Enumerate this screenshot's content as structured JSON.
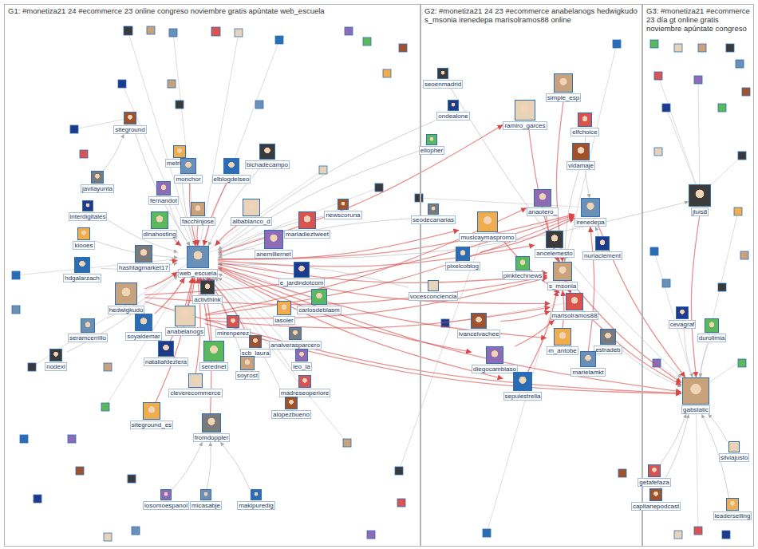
{
  "diagram": {
    "nodes": [
      {
        "text": [
          "G1: #monetiza21 24 #ecommerce 23 online congreso noviembre gratis apúntate web_escuela"
        ]
      },
      {
        "text": [
          "G2: #monetiza21 24 23 #ecommerce anabelanogs hedwigkudo s_msonia irenedepa marisolramos88 online"
        ]
      },
      {
        "text": [
          "G3: #monetiza21 #ecommerce 23 día gt online gratis noviembre apúntate congreso"
        ]
      },
      {
        "text": [
          "siteground"
        ],
        "in": 0
      },
      {
        "text": [
          "metricool"
        ],
        "in": 0
      },
      {
        "text": [
          "javilayunta"
        ],
        "in": 0
      },
      {
        "text": [
          "fernandot"
        ],
        "in": 0
      },
      {
        "text": [
          "monchor"
        ],
        "in": 0
      },
      {
        "text": [
          "elblogdelseo"
        ],
        "in": 0
      },
      {
        "text": [
          "bichadecampo"
        ],
        "in": 0
      },
      {
        "text": [
          "interdigitales"
        ],
        "in": 0
      },
      {
        "text": [
          "dinahosting"
        ],
        "in": 0
      },
      {
        "text": [
          "facchinjose"
        ],
        "in": 0
      },
      {
        "text": [
          "albablanco_d"
        ],
        "in": 0
      },
      {
        "text": [
          "mariadieztweet"
        ],
        "in": 0
      },
      {
        "text": [
          "newscoruna"
        ],
        "in": 0
      },
      {
        "text": [
          "kiooes"
        ],
        "in": 0
      },
      {
        "text": [
          "hashtagmarket17"
        ],
        "in": 0
      },
      {
        "text": [
          "anemillernet"
        ],
        "in": 0
      },
      {
        "text": [
          "web_escuela"
        ],
        "in": 0
      },
      {
        "text": [
          "hdgalarzach"
        ],
        "in": 0
      },
      {
        "text": [
          "activthink"
        ],
        "in": 0
      },
      {
        "text": [
          "e_jardindotcom"
        ],
        "in": 0
      },
      {
        "text": [
          "carlosdeblasm"
        ],
        "in": 0
      },
      {
        "text": [
          "hedwigkudo"
        ],
        "in": 0
      },
      {
        "text": [
          "anabelanogs"
        ],
        "in": 0
      },
      {
        "text": [
          "mirenperez"
        ],
        "in": 0
      },
      {
        "text": [
          "scb_laura"
        ],
        "in": 0
      },
      {
        "text": [
          "iasoler"
        ],
        "in": 0
      },
      {
        "text": [
          "analverasparcero"
        ],
        "in": 0
      },
      {
        "text": [
          "leo_la"
        ],
        "in": 0
      },
      {
        "text": [
          "seramcerrillo"
        ],
        "in": 0
      },
      {
        "text": [
          "soyaldemar"
        ],
        "in": 0
      },
      {
        "text": [
          "nodexl"
        ],
        "in": 0
      },
      {
        "text": [
          "nataliafdezlera"
        ],
        "in": 0
      },
      {
        "text": [
          "serednet"
        ],
        "in": 0
      },
      {
        "text": [
          "soyrost"
        ],
        "in": 0
      },
      {
        "text": [
          "cleverecommerce"
        ],
        "in": 0
      },
      {
        "text": [
          "madreseoperiore"
        ],
        "in": 0
      },
      {
        "text": [
          "alopezbueno"
        ],
        "in": 0
      },
      {
        "text": [
          "siteground_es"
        ],
        "in": 0
      },
      {
        "text": [
          "fromdoppler"
        ],
        "in": 0
      },
      {
        "text": [
          "losomoespanol"
        ],
        "in": 0
      },
      {
        "text": [
          "micasabje"
        ],
        "in": 0
      },
      {
        "text": [
          "makipuredig"
        ],
        "in": 0
      },
      {
        "text": [
          "seoenmadrid"
        ],
        "in": 1
      },
      {
        "text": [
          "ondealone"
        ],
        "in": 1
      },
      {
        "text": [
          "ellopher"
        ],
        "in": 1
      },
      {
        "text": [
          "simple_esp"
        ],
        "in": 1
      },
      {
        "text": [
          "ramiro_garces"
        ],
        "in": 1
      },
      {
        "text": [
          "elfchoice"
        ],
        "in": 1
      },
      {
        "text": [
          "vidamaje"
        ],
        "in": 1
      },
      {
        "text": [
          "musicaymaspromo"
        ],
        "in": 1
      },
      {
        "text": [
          "seodecanarias"
        ],
        "in": 1
      },
      {
        "text": [
          "anaotero_"
        ],
        "in": 1
      },
      {
        "text": [
          "irenedepa"
        ],
        "in": 1
      },
      {
        "text": [
          "pixelcoblog"
        ],
        "in": 1
      },
      {
        "text": [
          "ancelemesto"
        ],
        "in": 1
      },
      {
        "text": [
          "nuriaclement"
        ],
        "in": 1
      },
      {
        "text": [
          "pinktechnews"
        ],
        "in": 1
      },
      {
        "text": [
          "s_msonia"
        ],
        "in": 1
      },
      {
        "text": [
          "vocesconciencia"
        ],
        "in": 1
      },
      {
        "text": [
          "marisolramos88"
        ],
        "in": 1
      },
      {
        "text": [
          "ivancelvachee"
        ],
        "in": 1
      },
      {
        "text": [
          "m_antobe"
        ],
        "in": 1
      },
      {
        "text": [
          "estradeb"
        ],
        "in": 1
      },
      {
        "text": [
          "diegocambiaso"
        ],
        "in": 1
      },
      {
        "text": [
          "marielamkt"
        ],
        "in": 1
      },
      {
        "text": [
          "sepulestrella"
        ],
        "in": 1
      },
      {
        "text": [
          "jluis8"
        ],
        "in": 2
      },
      {
        "text": [
          "cevagraf"
        ],
        "in": 2
      },
      {
        "text": [
          "durolimia"
        ],
        "in": 2
      },
      {
        "text": [
          "gabstatic"
        ],
        "in": 2
      },
      {
        "text": [
          "silviajusto"
        ],
        "in": 2
      },
      {
        "text": [
          "getafefaza"
        ],
        "in": 2
      },
      {
        "text": [
          "capitanepodcast"
        ],
        "in": 2
      },
      {
        "text": [
          "leaderselling"
        ],
        "in": 2
      }
    ],
    "edges": [
      {
        "from": 19,
        "to": 49,
        "arrow": "to"
      },
      {
        "from": 19,
        "to": 52,
        "arrow": "to"
      },
      {
        "from": 19,
        "to": 55,
        "arrow": "to"
      },
      {
        "from": 19,
        "to": 60,
        "arrow": "to"
      },
      {
        "from": 19,
        "to": 62,
        "arrow": "to"
      },
      {
        "from": 19,
        "to": 57,
        "arrow": "to"
      },
      {
        "from": 19,
        "to": 64,
        "arrow": "to"
      },
      {
        "from": 19,
        "to": 66,
        "arrow": "to"
      },
      {
        "from": 19,
        "to": 68,
        "arrow": "to"
      },
      {
        "from": 19,
        "to": 72,
        "arrow": "to"
      },
      {
        "from": 25,
        "to": 19,
        "arrow": "to"
      },
      {
        "from": 25,
        "to": 60,
        "arrow": "to"
      },
      {
        "from": 25,
        "to": 62,
        "arrow": "to"
      },
      {
        "from": 25,
        "to": 55,
        "arrow": "to"
      },
      {
        "from": 25,
        "to": 72,
        "arrow": "to"
      },
      {
        "from": 25,
        "to": 54,
        "arrow": "to"
      },
      {
        "from": 24,
        "to": 19,
        "arrow": "to"
      },
      {
        "from": 24,
        "to": 55,
        "arrow": "to"
      },
      {
        "from": 24,
        "to": 60,
        "arrow": "to"
      },
      {
        "from": 24,
        "to": 72,
        "arrow": "to"
      },
      {
        "from": 11,
        "to": 19,
        "arrow": "to"
      },
      {
        "from": 12,
        "to": 19,
        "arrow": "to"
      },
      {
        "from": 13,
        "to": 19,
        "arrow": "to"
      },
      {
        "from": 17,
        "to": 19,
        "arrow": "to"
      },
      {
        "from": 21,
        "to": 19,
        "arrow": "to"
      },
      {
        "from": 26,
        "to": 19,
        "arrow": "to"
      },
      {
        "from": 27,
        "to": 19,
        "arrow": "to"
      },
      {
        "from": 32,
        "to": 19,
        "arrow": "to"
      },
      {
        "from": 34,
        "to": 19,
        "arrow": "to"
      },
      {
        "from": 35,
        "to": 19,
        "arrow": "to"
      },
      {
        "from": 37,
        "to": 19,
        "arrow": "to"
      },
      {
        "from": 40,
        "to": 19,
        "arrow": "to"
      },
      {
        "from": 41,
        "to": 19,
        "arrow": "to"
      },
      {
        "from": 8,
        "to": 19,
        "arrow": "to"
      },
      {
        "from": 7,
        "to": 19,
        "arrow": "to"
      },
      {
        "from": 48,
        "to": 60,
        "arrow": "to"
      },
      {
        "from": 49,
        "to": 62,
        "arrow": "to"
      },
      {
        "from": 52,
        "to": 62,
        "arrow": "to"
      },
      {
        "from": 54,
        "to": 60,
        "arrow": "to"
      },
      {
        "from": 57,
        "to": 62,
        "arrow": "to"
      },
      {
        "from": 59,
        "to": 60,
        "arrow": "to"
      },
      {
        "from": 64,
        "to": 60,
        "arrow": "to"
      },
      {
        "from": 66,
        "to": 62,
        "arrow": "to"
      },
      {
        "from": 68,
        "to": 60,
        "arrow": "to"
      },
      {
        "from": 56,
        "to": 55,
        "arrow": "to"
      },
      {
        "from": 63,
        "to": 62,
        "arrow": "to"
      },
      {
        "from": 67,
        "to": 55,
        "arrow": "to"
      },
      {
        "from": 55,
        "to": 72,
        "arrow": "to"
      },
      {
        "from": 60,
        "to": 72,
        "arrow": "to"
      },
      {
        "from": 62,
        "to": 72,
        "arrow": "to"
      },
      {
        "from": 69,
        "to": 72,
        "arrow": "to"
      },
      {
        "from": 3,
        "to": 19,
        "arrow": "to"
      },
      {
        "from": 4,
        "to": 19,
        "arrow": "to"
      },
      {
        "from": 6,
        "to": 19,
        "arrow": "to"
      },
      {
        "from": 9,
        "to": 19,
        "arrow": "to"
      },
      {
        "from": 14,
        "to": 19,
        "arrow": "to"
      },
      {
        "from": 16,
        "to": 19,
        "arrow": "to"
      },
      {
        "from": 20,
        "to": 19,
        "arrow": "to"
      },
      {
        "from": 22,
        "to": 19,
        "arrow": "to"
      },
      {
        "from": 23,
        "to": 19,
        "arrow": "to"
      },
      {
        "from": 28,
        "to": 19,
        "arrow": "to"
      },
      {
        "from": 29,
        "to": 19,
        "arrow": "to"
      },
      {
        "from": 31,
        "to": 19,
        "arrow": "to"
      },
      {
        "from": 36,
        "to": 19,
        "arrow": "to"
      },
      {
        "from": 38,
        "to": 19,
        "arrow": "to"
      },
      {
        "from": 39,
        "to": 19,
        "arrow": "to"
      },
      {
        "from": 5,
        "to": 3,
        "arrow": "to"
      },
      {
        "from": 10,
        "to": 19,
        "arrow": "to"
      },
      {
        "from": 15,
        "to": 19,
        "arrow": "to"
      },
      {
        "from": 30,
        "to": 19,
        "arrow": "to"
      },
      {
        "from": 33,
        "to": 19,
        "arrow": "to"
      },
      {
        "from": 42,
        "to": 41,
        "arrow": "to"
      },
      {
        "from": 43,
        "to": 41,
        "arrow": "to"
      },
      {
        "from": 44,
        "to": 41,
        "arrow": "to"
      },
      {
        "from": 18,
        "to": 19,
        "arrow": "to"
      },
      {
        "from": 50,
        "to": 55,
        "arrow": "to"
      },
      {
        "from": 51,
        "to": 60,
        "arrow": "to"
      },
      {
        "from": 46,
        "to": 19,
        "arrow": "to"
      },
      {
        "from": 47,
        "to": 19,
        "arrow": "to"
      },
      {
        "from": 53,
        "to": 19,
        "arrow": "to"
      },
      {
        "from": 61,
        "to": 19,
        "arrow": "to"
      },
      {
        "from": 45,
        "to": 72,
        "arrow": "to"
      },
      {
        "from": 65,
        "to": 72,
        "arrow": "to"
      },
      {
        "from": 70,
        "to": 72,
        "arrow": "to"
      },
      {
        "from": 71,
        "to": 72,
        "arrow": "to"
      },
      {
        "from": 73,
        "to": 72,
        "arrow": "to"
      },
      {
        "from": 74,
        "to": 72,
        "arrow": "to"
      },
      {
        "from": 75,
        "to": 72,
        "arrow": "to"
      },
      {
        "from": 76,
        "to": 72,
        "arrow": "to"
      },
      {
        "from": 19,
        "to": 69,
        "arrow": "to"
      },
      {
        "from": 58,
        "to": 55,
        "arrow": "to"
      }
    ]
  }
}
